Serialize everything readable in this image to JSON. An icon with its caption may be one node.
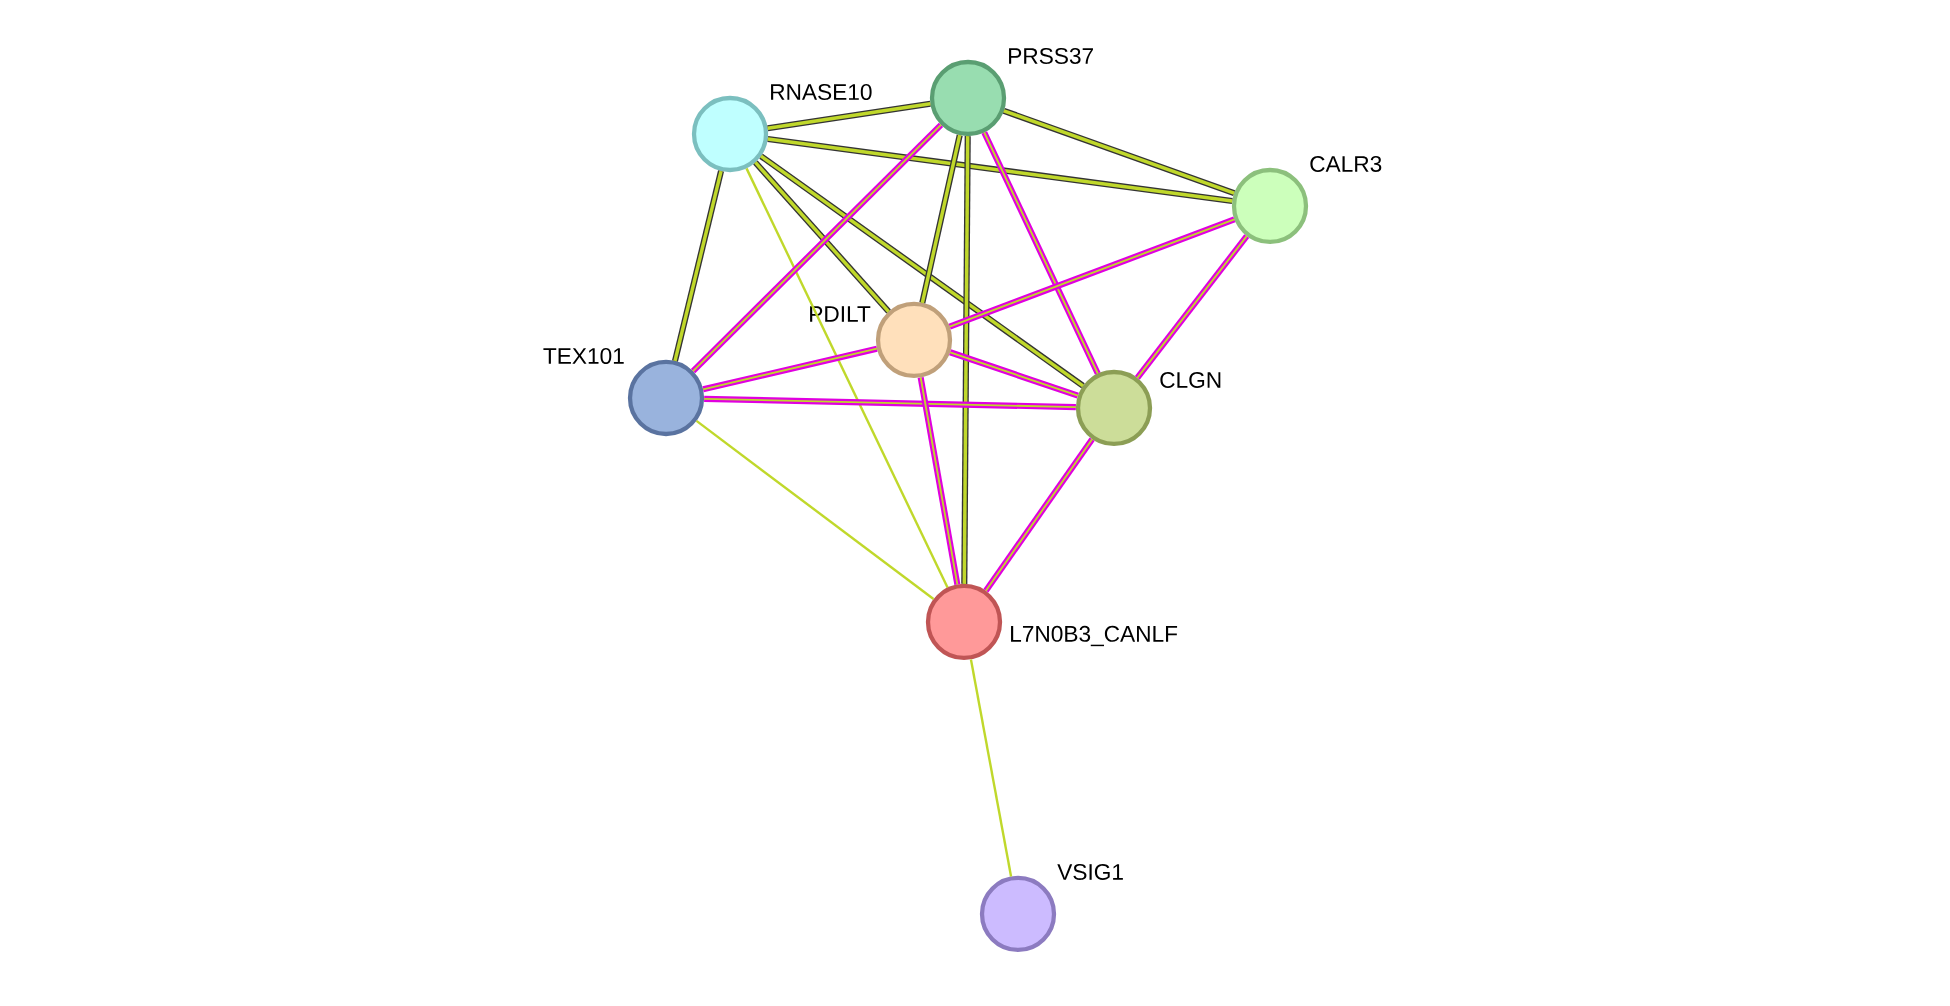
{
  "diagram": {
    "nodes": [
      {
        "text": [
          "PRSS37"
        ]
      },
      {
        "text": [
          "RNASE10"
        ]
      },
      {
        "text": [
          "CALR3"
        ]
      },
      {
        "text": [
          "PDILT"
        ]
      },
      {
        "text": [
          "TEX101"
        ]
      },
      {
        "text": [
          "CLGN"
        ]
      },
      {
        "text": [
          "L7N0B3_CANLF"
        ]
      },
      {
        "text": [
          "VSIG1"
        ]
      }
    ],
    "edges": [
      {
        "from": 1,
        "to": 0,
        "arrow": "none",
        "color": "#333333"
      },
      {
        "from": 1,
        "to": 2,
        "arrow": "none",
        "color": "#333333"
      },
      {
        "from": 1,
        "to": 4,
        "arrow": "none",
        "color": "#333333"
      },
      {
        "from": 1,
        "to": 3,
        "arrow": "none",
        "color": "#333333"
      },
      {
        "from": 1,
        "to": 5,
        "arrow": "none",
        "color": "#333333"
      },
      {
        "from": 1,
        "to": 6,
        "arrow": "none",
        "color": "#c0d82b"
      },
      {
        "from": 0,
        "to": 2,
        "arrow": "none",
        "color": "#333333"
      },
      {
        "from": 0,
        "to": 4,
        "arrow": "none",
        "color": "#e000e0"
      },
      {
        "from": 0,
        "to": 3,
        "arrow": "none",
        "color": "#333333"
      },
      {
        "from": 0,
        "to": 5,
        "arrow": "none",
        "color": "#e000e0"
      },
      {
        "from": 0,
        "to": 6,
        "arrow": "none",
        "color": "#333333"
      },
      {
        "from": 2,
        "to": 3,
        "arrow": "none",
        "color": "#e000e0"
      },
      {
        "from": 2,
        "to": 5,
        "arrow": "none",
        "color": "#e000e0"
      },
      {
        "from": 4,
        "to": 3,
        "arrow": "none",
        "color": "#e000e0"
      },
      {
        "from": 4,
        "to": 5,
        "arrow": "none",
        "color": "#e000e0"
      },
      {
        "from": 4,
        "to": 6,
        "arrow": "none",
        "color": "#c0d82b"
      },
      {
        "from": 3,
        "to": 5,
        "arrow": "none",
        "color": "#e000e0"
      },
      {
        "from": 3,
        "to": 6,
        "arrow": "none",
        "color": "#e000e0"
      },
      {
        "from": 5,
        "to": 6,
        "arrow": "none",
        "color": "#e000e0"
      },
      {
        "from": 6,
        "to": 7,
        "arrow": "none",
        "color": "#c0d82b"
      }
    ]
  }
}
